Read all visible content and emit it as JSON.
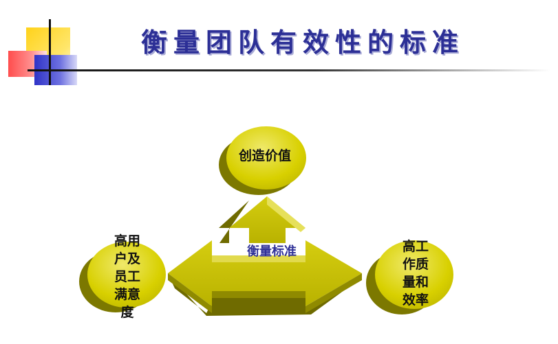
{
  "slide": {
    "title": "衡量团队有效性的标准"
  },
  "diagram": {
    "center_label": "衡量标准",
    "top_node": "创造价值",
    "left_node_lines": [
      "高用",
      "户及",
      "员工",
      "满意",
      "度"
    ],
    "right_node_lines": [
      "高工",
      "作质",
      "量和",
      "效率"
    ]
  },
  "colors": {
    "title": "#2c2f96",
    "shape_fill": "#c9c200",
    "shape_dark": "#8f8a00",
    "corner_yellow": "#ffd21a",
    "corner_red": "#ff5a5a",
    "corner_blue": "#2f33c7"
  }
}
